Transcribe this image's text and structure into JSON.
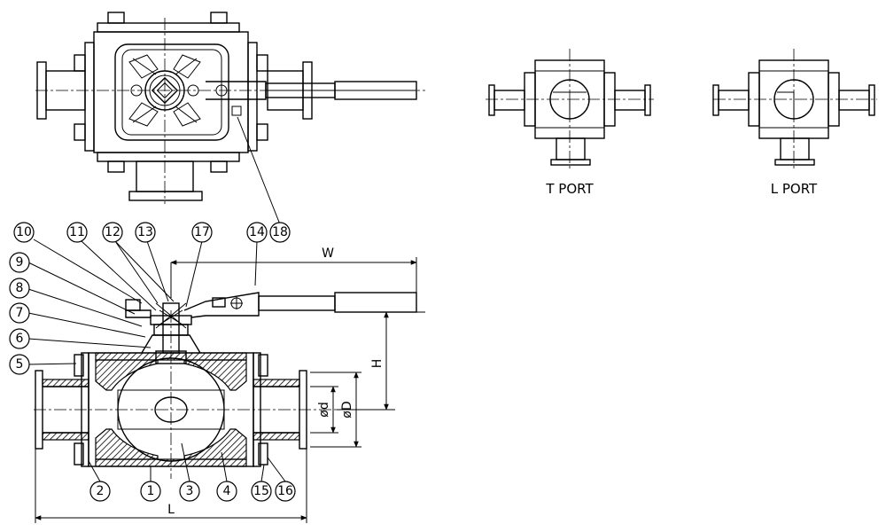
{
  "views": {
    "t_port_label": "T PORT",
    "l_port_label": "L PORT"
  },
  "dimensions": {
    "w": "W",
    "h": "H",
    "l": "L",
    "d_small": "ød",
    "d_large": "øD"
  },
  "callouts": [
    "1",
    "2",
    "3",
    "4",
    "5",
    "6",
    "7",
    "8",
    "9",
    "10",
    "11",
    "12",
    "13",
    "14",
    "15",
    "16",
    "17",
    "18"
  ]
}
